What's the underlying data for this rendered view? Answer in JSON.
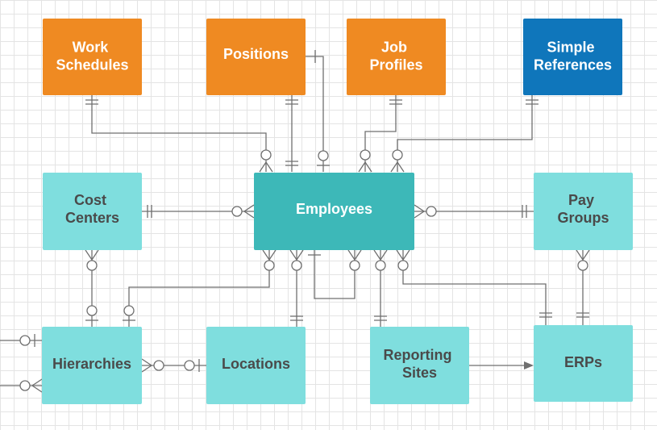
{
  "colors": {
    "orange": "#ef8a22",
    "blue": "#0f76bb",
    "teal_dark": "#3db8b8",
    "teal_light": "#7fdede",
    "text_dark": "#4a4a4a",
    "text_light": "#ffffff",
    "line": "#6f6f6f"
  },
  "entities": {
    "work_schedules": [
      "Work",
      "Schedules"
    ],
    "positions": [
      "Positions"
    ],
    "job_profiles": [
      "Job",
      "Profiles"
    ],
    "simple_references": [
      "Simple",
      "References"
    ],
    "cost_centers": [
      "Cost",
      "Centers"
    ],
    "employees": [
      "Employees"
    ],
    "pay_groups": [
      "Pay",
      "Groups"
    ],
    "hierarchies": [
      "Hierarchies"
    ],
    "locations": [
      "Locations"
    ],
    "reporting_sites": [
      "Reporting",
      "Sites"
    ],
    "erps": [
      "ERPs"
    ]
  }
}
